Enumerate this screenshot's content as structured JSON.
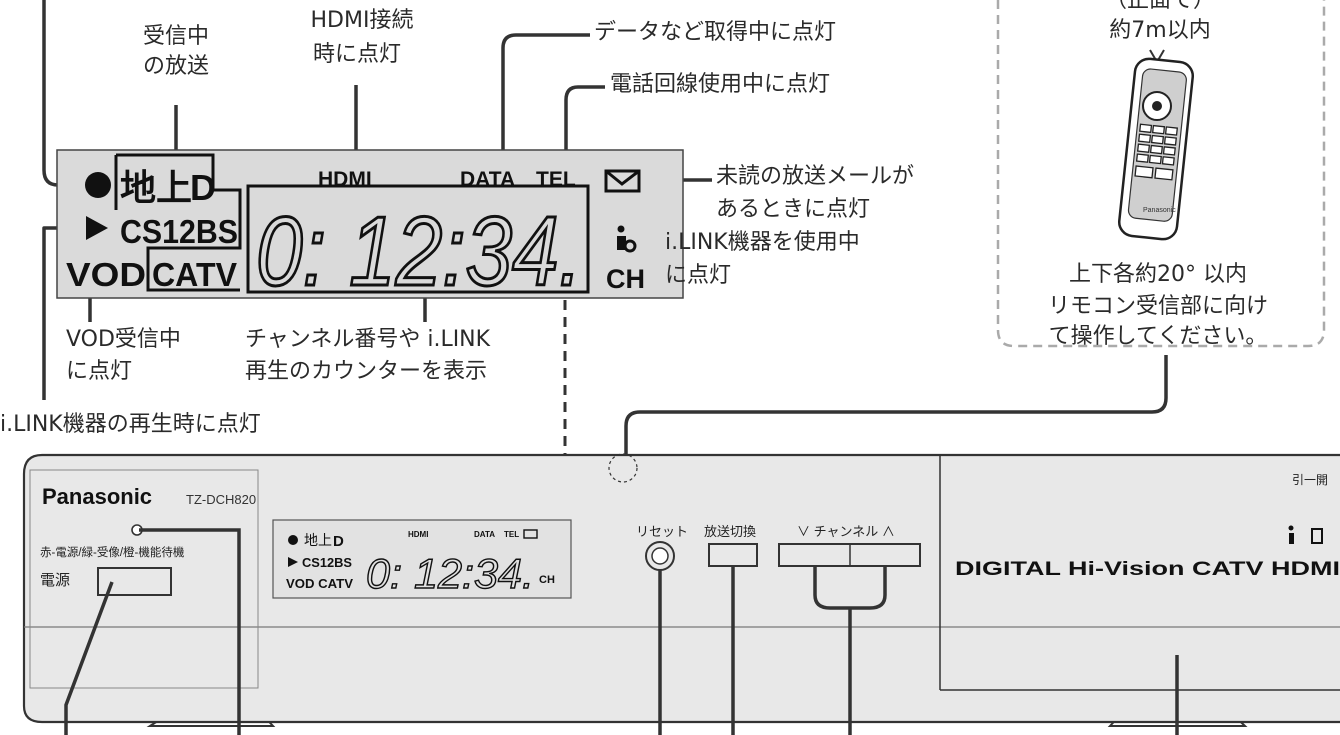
{
  "colors": {
    "panel_fill": "#e8e8e8",
    "panel_stroke": "#333333",
    "lcd_fill": "#d9d9d9",
    "line": "#333333"
  },
  "icons": [
    "record-dot-icon",
    "play-triangle-icon",
    "mail-envelope-icon",
    "ilink-icon",
    "remote-control-icon",
    "sensor-circle-icon"
  ],
  "callouts": {
    "receiving_line1": "受信中",
    "receiving_line2": "の放送",
    "hdmi_line1": "HDMI接続",
    "hdmi_line2": "時に点灯",
    "data": "データなど取得中に点灯",
    "tel": "電話回線使用中に点灯",
    "mail_line1": "未読の放送メールが",
    "mail_line2": "あるときに点灯",
    "ilink_line1": "i.LINK機器を使用中",
    "ilink_line2": "に点灯",
    "vod_line1": "VOD受信中",
    "vod_line2": "に点灯",
    "counter_line1": "チャンネル番号や i.LINK",
    "counter_line2": "再生のカウンターを表示",
    "ilink_play": "i.LINK機器の再生時に点灯"
  },
  "remote": {
    "line0": "（正面で）",
    "distance": "約7m以内",
    "angle": "上下各約20° 以内",
    "instr1": "リモコン受信部に向け",
    "instr2": "て操作してください。",
    "brand": "Panasonic"
  },
  "lcd": {
    "tijo": "地上",
    "d": "D",
    "cs": "CS12BS",
    "vod": "VOD",
    "catv": "CATV",
    "hdmi": "HDMI",
    "data": "DATA",
    "tel": "TEL",
    "ch": "CH",
    "digits": "0: 12:34."
  },
  "device": {
    "brand": "Panasonic",
    "model": "TZ-DCH820",
    "power_legend": "赤-電源/緑-受像/橙-機能待機",
    "power_label": "電源",
    "reset": "リセット",
    "broadcast": "放送切換",
    "channel": "∨ チャンネル ∧",
    "open": "引一開",
    "logos": "DIGITAL Hi-Vision  CATV  HDMI",
    "mini_tijo": "地上",
    "mini_d": "D",
    "mini_cs": "CS12BS",
    "mini_vod": "VOD CATV",
    "mini_hdmi": "HDMI",
    "mini_data": "DATA",
    "mini_tel": "TEL",
    "mini_ch": "CH",
    "mini_digits": "0: 12:34."
  }
}
